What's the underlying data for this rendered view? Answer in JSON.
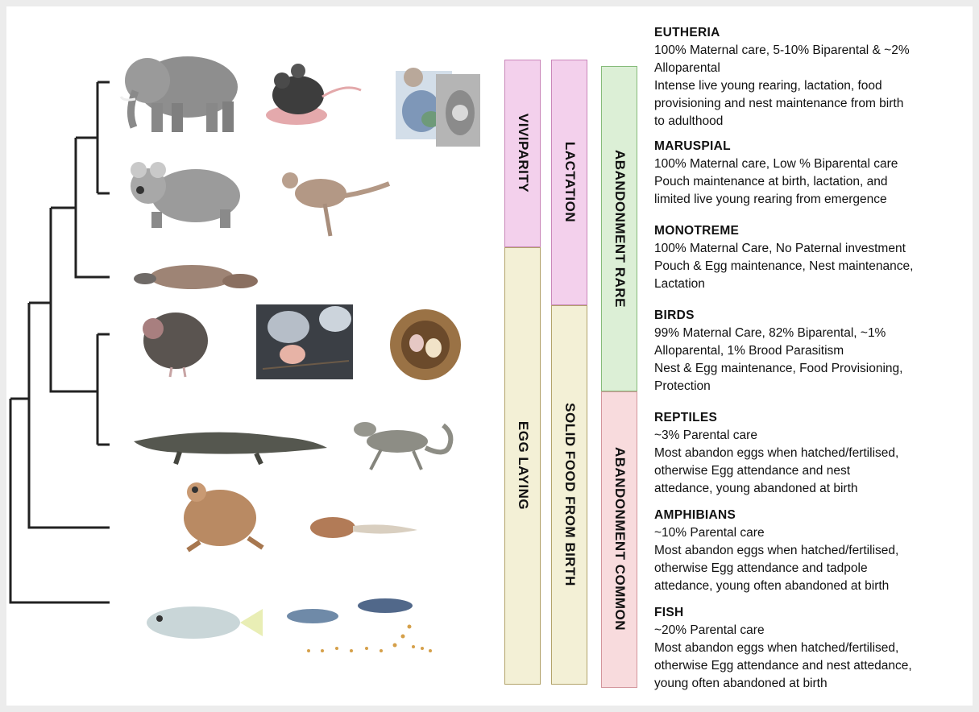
{
  "colors": {
    "tree": "#222222",
    "viviparity_fill": "#f3d0ec",
    "viviparity_border": "#c986b9",
    "egg_fill": "#f3f0d6",
    "egg_border": "#b2a36a",
    "rare_fill": "#dcefd6",
    "rare_border": "#86bb7a",
    "common_fill": "#f8dbdd",
    "common_border": "#d3959b"
  },
  "bars": {
    "viviparity": "VIVIPARITY",
    "egg_laying": "EGG LAYING",
    "lactation": "LACTATION",
    "solid_food": "SOLID FOOD FROM BIRTH",
    "abandonment_rare": "ABANDONMENT RARE",
    "abandonment_common": "ABANDONMENT  COMMON"
  },
  "groups": [
    {
      "title": "EUTHERIA",
      "lines": [
        "100% Maternal care, 5-10% Biparental & ~2%",
        "Alloparental",
        "Intense live young rearing, lactation, food",
        "provisioning and nest maintenance from birth",
        "to adulthood"
      ]
    },
    {
      "title": "MARUSPIAL",
      "lines": [
        "100% Maternal care, Low % Biparental care",
        "Pouch maintenance at birth, lactation, and",
        "limited live young rearing from emergence"
      ]
    },
    {
      "title": "MONOTREME",
      "lines": [
        "100% Maternal Care, No Paternal investment",
        "Pouch & Egg maintenance, Nest maintenance,",
        "Lactation"
      ]
    },
    {
      "title": "BIRDS",
      "lines": [
        "99% Maternal Care, 82% Biparental, ~1%",
        "Alloparental, 1% Brood Parasitism",
        "Nest & Egg maintenance, Food Provisioning,",
        "Protection"
      ]
    },
    {
      "title": "REPTILES",
      "lines": [
        "~3% Parental care",
        "Most abandon eggs when hatched/fertilised,",
        "otherwise Egg attendance and nest",
        "attedance, young abandoned at birth"
      ]
    },
    {
      "title": "AMPHIBIANS",
      "lines": [
        "~10% Parental care",
        "Most abandon eggs when hatched/fertilised,",
        "otherwise Egg attendance and tadpole",
        "attedance, young often abandoned at birth"
      ]
    },
    {
      "title": "FISH",
      "lines": [
        "~20% Parental care",
        "Most abandon eggs when hatched/fertilised,",
        "otherwise Egg attendance and nest attedance,",
        "young often abandoned at birth"
      ]
    }
  ]
}
